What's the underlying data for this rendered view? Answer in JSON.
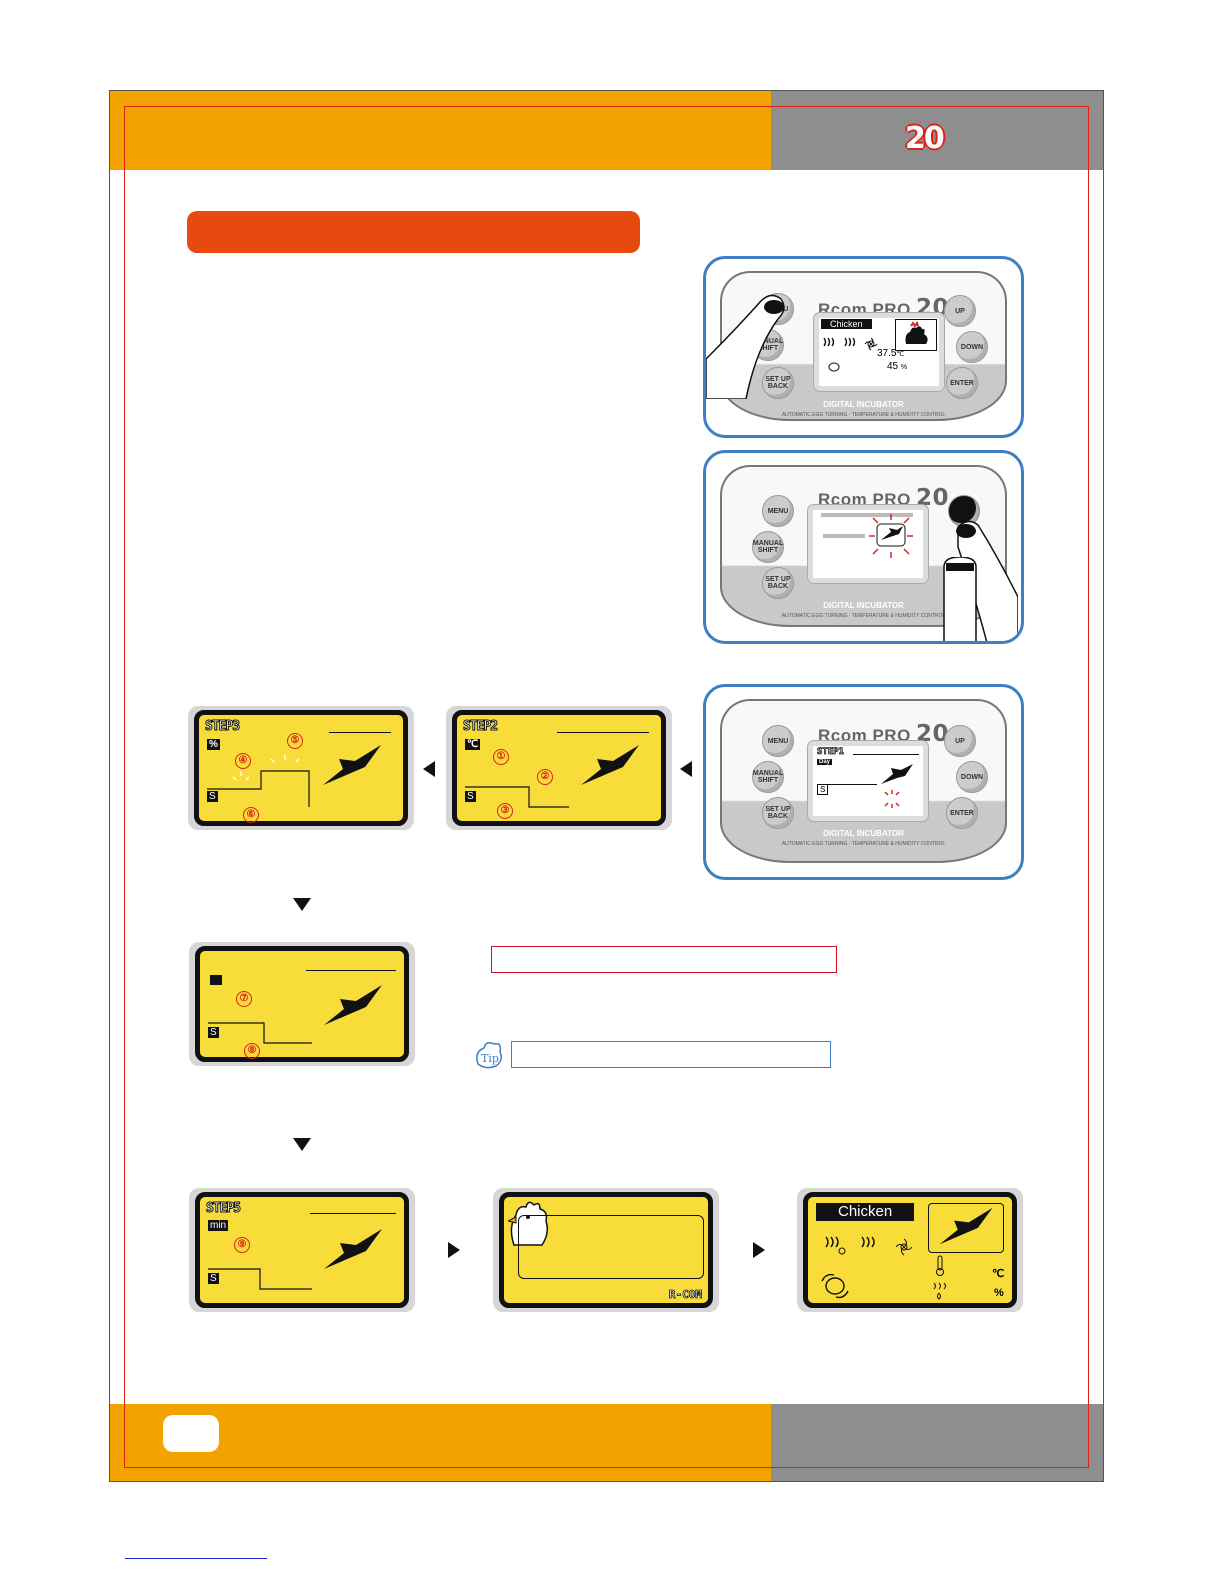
{
  "header": {
    "page_number": "20"
  },
  "device": {
    "brand": "Rcom PRO",
    "model": "20",
    "panel_title": "DIGITAL INCUBATOR",
    "panel_subtitle": "AUTOMATIC EGG TURNING · TEMPERATURE & HUMIDITY CONTROL",
    "buttons": {
      "menu": "MENU",
      "manual_shift": "MANUAL SHIFT",
      "setup_back": "SET UP BACK",
      "up": "UP",
      "down": "DOWN",
      "enter": "ENTER"
    }
  },
  "device1_screen": {
    "mode": "Chicken",
    "temperature": "37.5",
    "temp_unit": "℃",
    "humidity": "45",
    "humidity_unit": "%"
  },
  "device3_screen": {
    "step": "STEP1",
    "unit": "Day",
    "marker": "S"
  },
  "lcd_step3": {
    "step": "STEP3",
    "unit": "%",
    "marker": "S",
    "callouts": [
      "④",
      "⑤",
      "⑥"
    ]
  },
  "lcd_step2": {
    "step": "STEP2",
    "unit": "℃",
    "marker": "S",
    "callouts": [
      "①",
      "②",
      "③"
    ]
  },
  "lcd_step4": {
    "marker": "S",
    "callouts": [
      "⑦",
      "⑧"
    ]
  },
  "lcd_step5": {
    "step": "STEP5",
    "unit": "min",
    "marker": "S",
    "callouts": [
      "⑨"
    ]
  },
  "lcd_logo": {
    "brand": "R-COM"
  },
  "lcd_final": {
    "mode": "Chicken",
    "temp_unit": "℃",
    "humidity_unit": "%"
  },
  "colors": {
    "orange": "#f2a300",
    "gray": "#8e8e8e",
    "title_bar": "#e8490f",
    "lcd_yellow": "#f7dc3a",
    "accent_red": "#e0201a",
    "blue": "#3d7fc2"
  }
}
